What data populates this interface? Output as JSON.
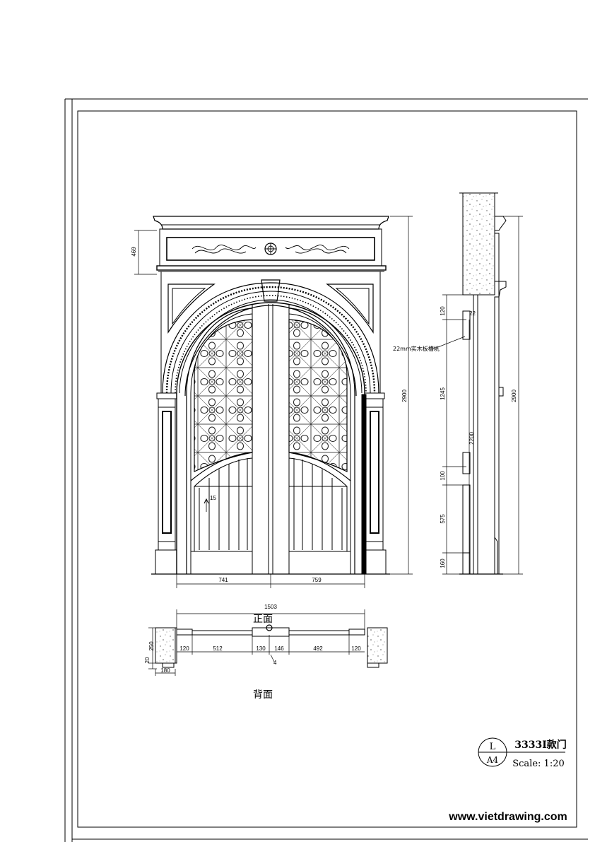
{
  "drawing": {
    "title": "3333I款门",
    "scale": "Scale: 1:20",
    "sheet_code_top": "L",
    "sheet_code_bottom": "A4",
    "watermark": "www.vietdrawing.com"
  },
  "front_elevation": {
    "dim_transom_height": "469",
    "dim_total_height": "2900",
    "dim_leaf_left": "741",
    "dim_leaf_right": "759",
    "dim_bead": "15"
  },
  "section": {
    "note": "22mm实木板槽坑",
    "dim_top": "120",
    "dim_22": "22",
    "dim_1245": "1245",
    "dim_2200": "2200",
    "dim_100": "100",
    "dim_575": "575",
    "dim_160": "160",
    "dim_total_height": "2900"
  },
  "plan": {
    "label_front": "正面",
    "label_back": "背面",
    "dim_total": "1503",
    "dim_120_left": "120",
    "dim_512": "512",
    "dim_130": "130",
    "dim_146": "146",
    "dim_492": "492",
    "dim_120_right": "120",
    "dim_250": "250",
    "dim_20": "20",
    "dim_180": "180",
    "dim_4": "4"
  }
}
